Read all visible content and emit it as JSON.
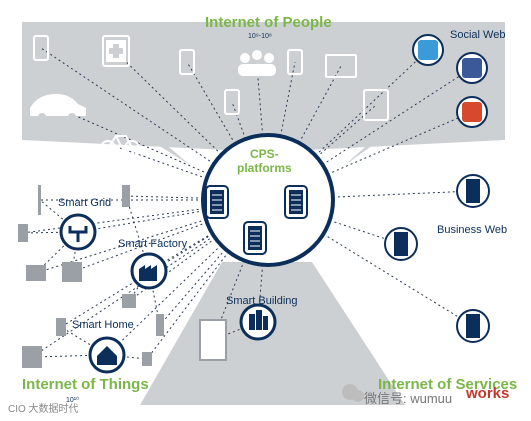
{
  "titles": {
    "people": "Internet of People",
    "people_range": "10⁹-10⁸",
    "things": "Internet of Things",
    "things_range": "10¹⁰",
    "services": "Internet of Services"
  },
  "hub": {
    "line1": "CPS-",
    "line2": "platforms"
  },
  "labels": {
    "social_web": "Social Web",
    "business_web": "Business Web",
    "smart_grid": "Smart Grid",
    "smart_factory": "Smart Factory",
    "smart_home": "Smart Home",
    "smart_building": "Smart Building"
  },
  "watermarks": {
    "bottom_left": "CIO 大数据时代",
    "bottom_right": "微信号: wumuu",
    "brand": "works"
  },
  "colors": {
    "navy": "#0b2f5a",
    "green": "#7ab648",
    "wedge": "#cdd0d3",
    "dot_line": "#2a3a55"
  }
}
